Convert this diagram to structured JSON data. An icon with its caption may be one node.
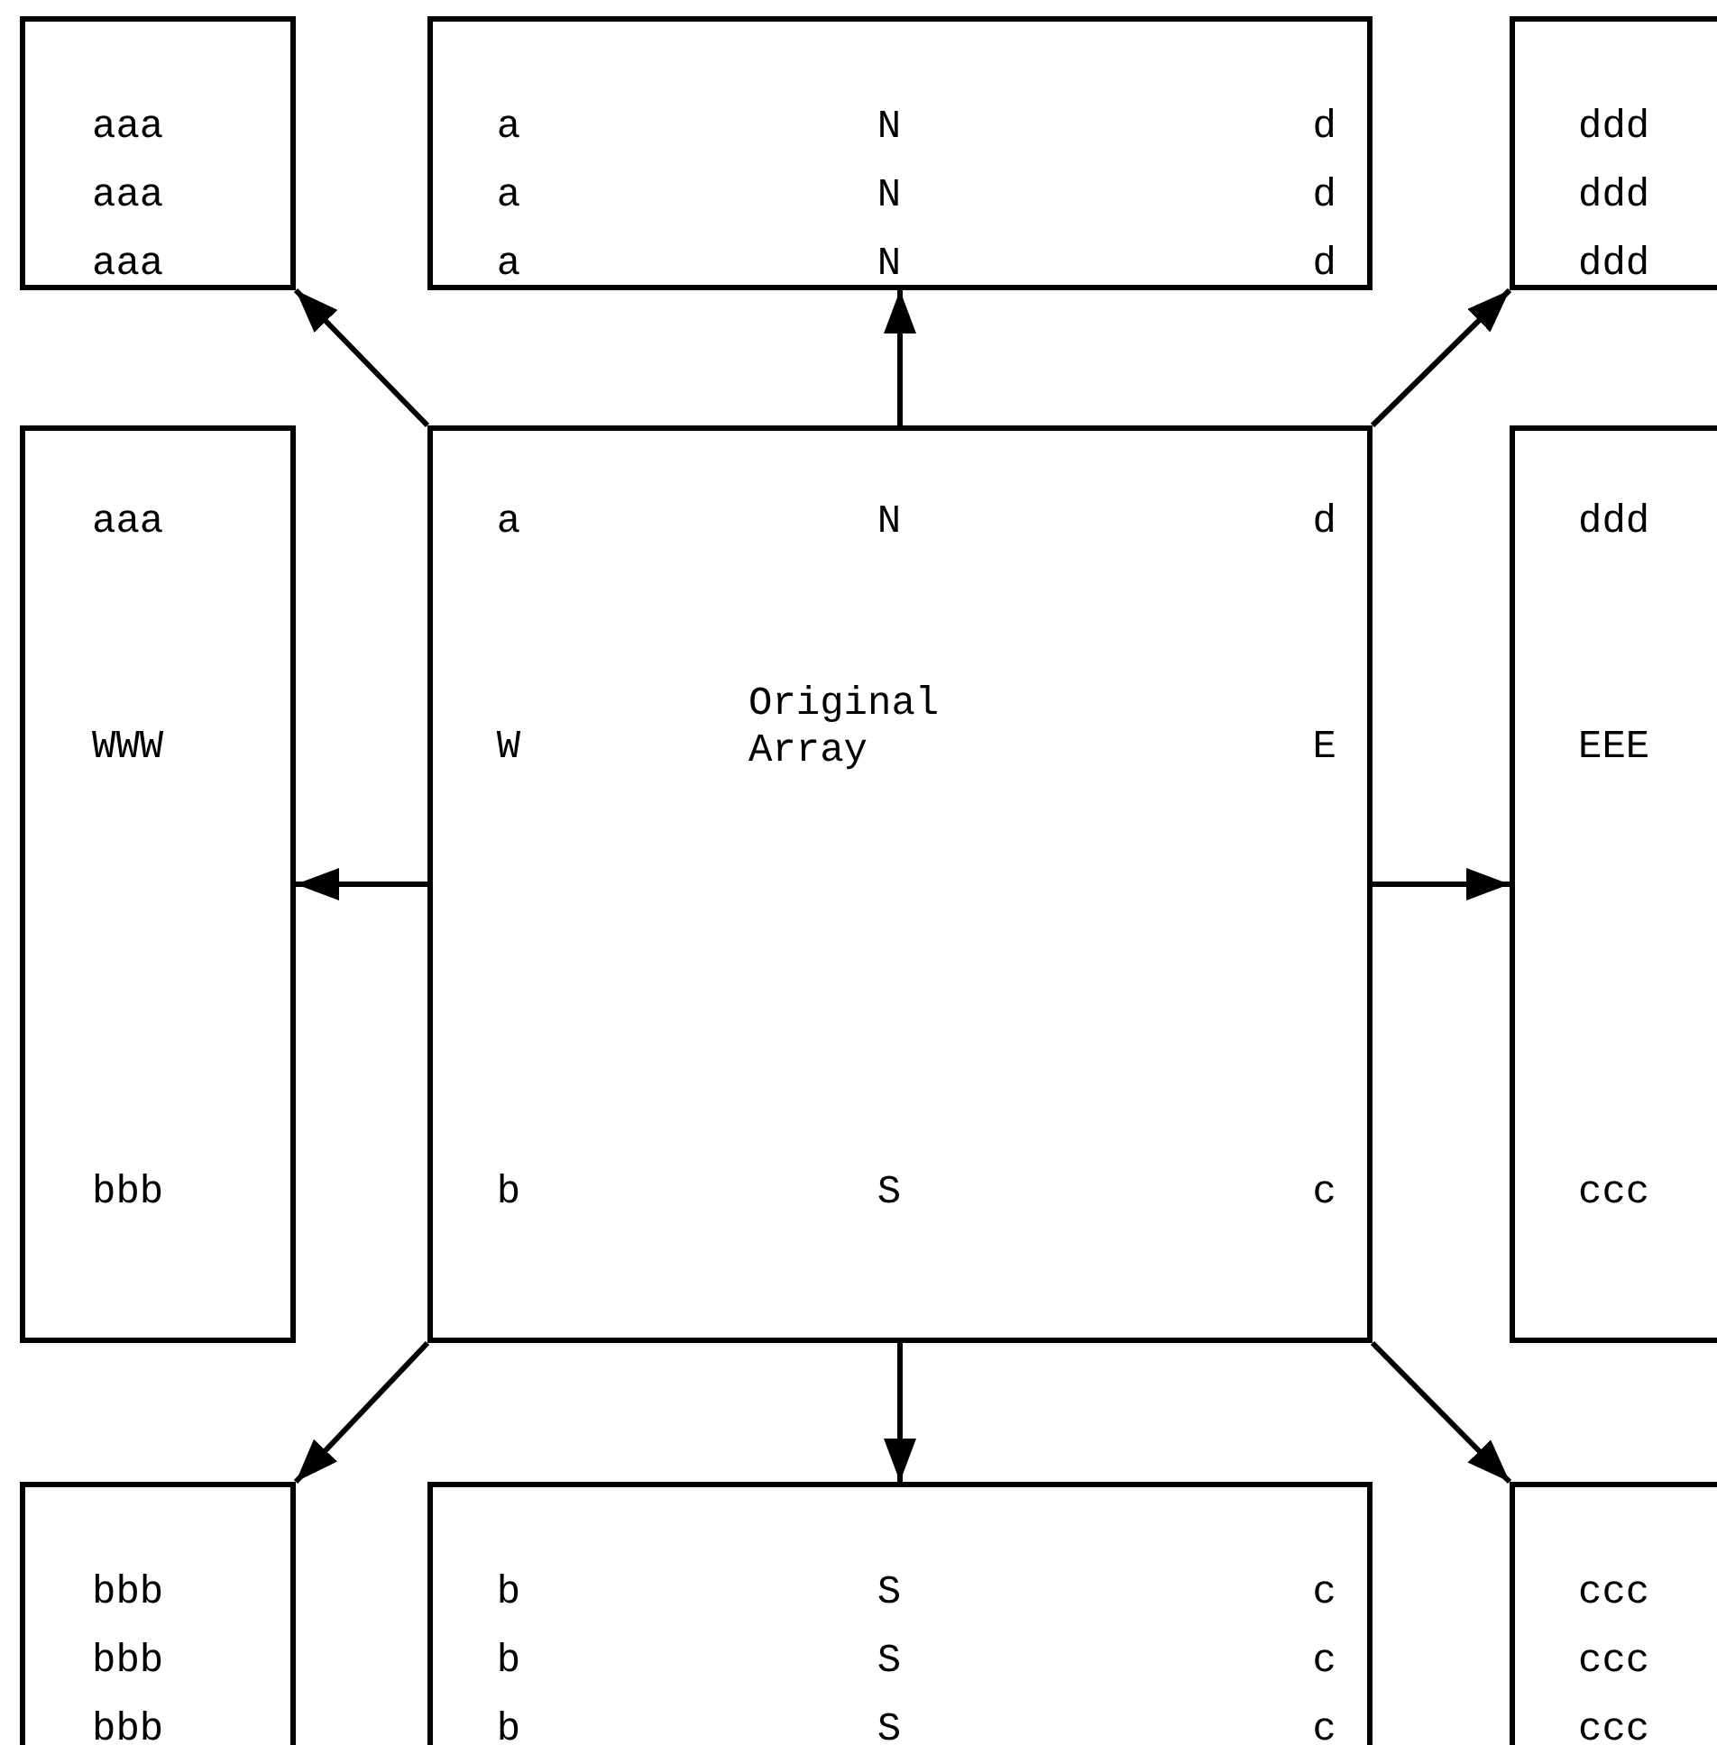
{
  "diagram": {
    "nodes": [
      {
        "text": [
          "aaa",
          "aaa",
          "aaa"
        ]
      },
      {
        "text": [
          "a",
          "N",
          "d",
          "a",
          "N",
          "d",
          "a",
          "N",
          "d"
        ]
      },
      {
        "text": [
          "ddd",
          "ddd",
          "ddd"
        ]
      },
      {
        "text": [
          "aaa",
          "WWW",
          "bbb"
        ]
      },
      {
        "text": [
          "a",
          "N",
          "d",
          "W",
          "Original Array",
          "E",
          "b",
          "S",
          "c"
        ]
      },
      {
        "text": [
          "ddd",
          "EEE",
          "ccc"
        ]
      },
      {
        "text": [
          "bbb",
          "bbb",
          "bbb"
        ]
      },
      {
        "text": [
          "b",
          "S",
          "c",
          "b",
          "S",
          "c",
          "b",
          "S",
          "c"
        ]
      },
      {
        "text": [
          "ccc",
          "ccc",
          "ccc"
        ]
      }
    ],
    "edges": [
      {
        "from": 4,
        "to": 0,
        "arrow": "to"
      },
      {
        "from": 4,
        "to": 1,
        "arrow": "to"
      },
      {
        "from": 4,
        "to": 2,
        "arrow": "to"
      },
      {
        "from": 4,
        "to": 3,
        "arrow": "to"
      },
      {
        "from": 4,
        "to": 5,
        "arrow": "to"
      },
      {
        "from": 4,
        "to": 6,
        "arrow": "to"
      },
      {
        "from": 4,
        "to": 7,
        "arrow": "to"
      },
      {
        "from": 4,
        "to": 8,
        "arrow": "to"
      }
    ]
  }
}
